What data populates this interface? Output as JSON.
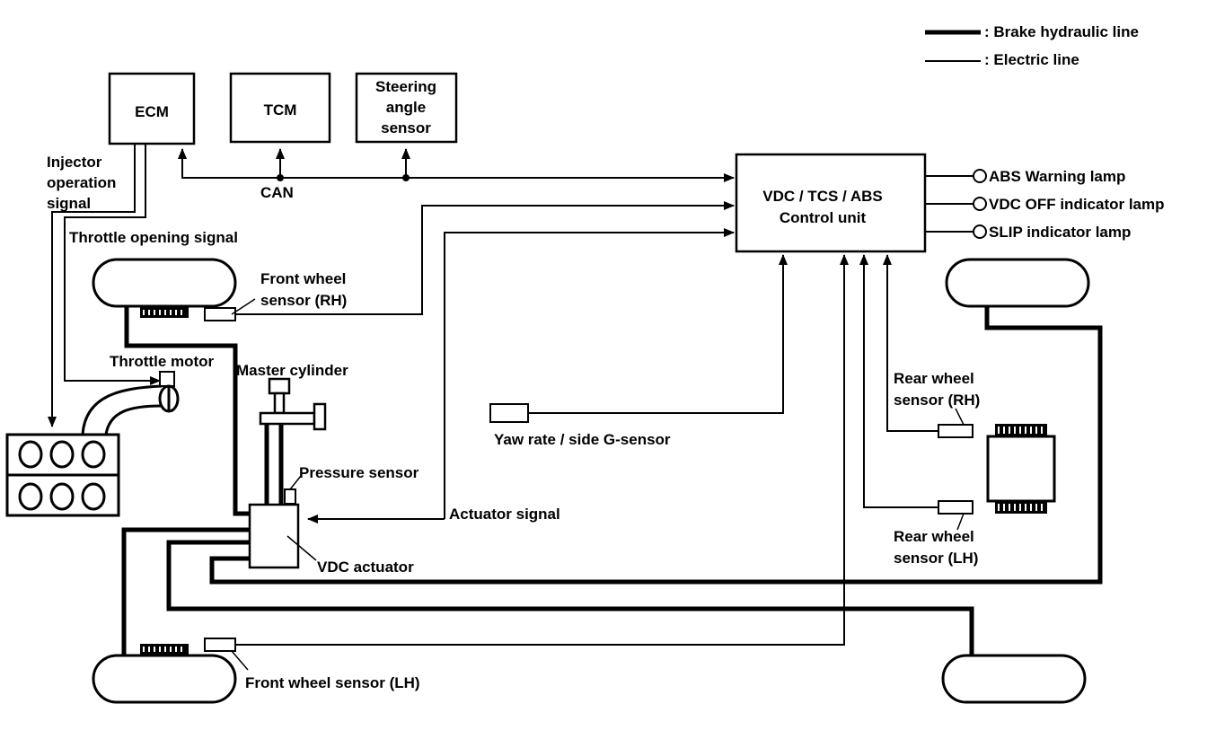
{
  "legend": {
    "brake_hydraulic": ": Brake hydraulic line",
    "electric": ": Electric line"
  },
  "modules": {
    "ecm": "ECM",
    "tcm": "TCM",
    "steering_line1": "Steering",
    "steering_line2": "angle",
    "steering_line3": "sensor",
    "control_line1": "VDC / TCS / ABS",
    "control_line2": "Control unit"
  },
  "labels": {
    "can": "CAN",
    "injector_line1": "Injector",
    "injector_line2": "operation",
    "injector_line3": "signal",
    "throttle_signal": "Throttle opening signal",
    "throttle_motor": "Throttle motor",
    "master_cylinder": "Master cylinder",
    "pressure_sensor": "Pressure sensor",
    "vdc_actuator": "VDC actuator",
    "actuator_signal": "Actuator signal",
    "yaw_rate": "Yaw rate / side G-sensor",
    "front_rh_line1": "Front wheel",
    "front_rh_line2": "sensor (RH)",
    "front_lh": "Front wheel sensor (LH)",
    "rear_rh_line1": "Rear wheel",
    "rear_rh_line2": "sensor (RH)",
    "rear_lh_line1": "Rear wheel",
    "rear_lh_line2": "sensor (LH)"
  },
  "lamps": {
    "abs": "ABS Warning lamp",
    "vdc_off": "VDC OFF indicator lamp",
    "slip": "SLIP indicator lamp"
  }
}
